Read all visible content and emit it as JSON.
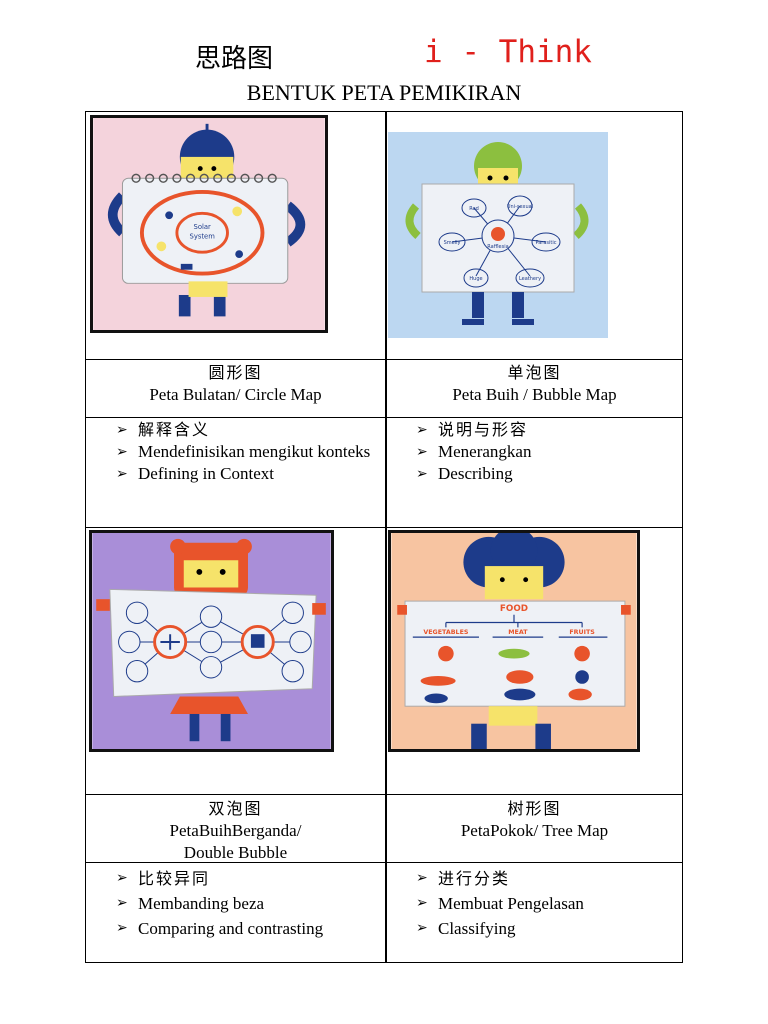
{
  "header": {
    "title_cn": "思路图",
    "title_brand": "i - Think",
    "subtitle": "BENTUK PETA PEMIKIRAN"
  },
  "maps": [
    {
      "name_cn": "圆形图",
      "name": "Peta Bulatan/ Circle Map",
      "bullets": [
        "解释含义",
        "Mendefinisikan mengikut konteks",
        "Defining in Context"
      ],
      "image_text": [
        "Solar",
        "System"
      ]
    },
    {
      "name_cn": "单泡图",
      "name": "Peta Buih / Bubble Map",
      "bullets": [
        "说明与形容",
        "Menerangkan",
        "Describing"
      ],
      "image_text": [
        "Rafflesia",
        "Red",
        "Uni-sexual",
        "Smelly",
        "Parasitic",
        "Huge",
        "Leathery"
      ]
    },
    {
      "name_cn": "双泡图",
      "name_line1": "PetaBuihBerganda/",
      "name_line2": "Double Bubble",
      "bullets": [
        "比较异同",
        "Membanding beza",
        "Comparing and contrasting"
      ]
    },
    {
      "name_cn": "树形图",
      "name": "PetaPokok/ Tree Map",
      "bullets": [
        "进行分类",
        "Membuat Pengelasan",
        "Classifying"
      ],
      "image_text": [
        "FOOD",
        "VEGETABLES",
        "MEAT",
        "FRUITS"
      ]
    }
  ],
  "colors": {
    "brand_red": "#e0201c",
    "circle_bg": "#f4d3dc",
    "bubble_bg": "#bcd7f1",
    "double_bg": "#a98ed8",
    "tree_bg": "#f7c4a1",
    "orange": "#e8542b",
    "navy": "#1d3b8a"
  }
}
